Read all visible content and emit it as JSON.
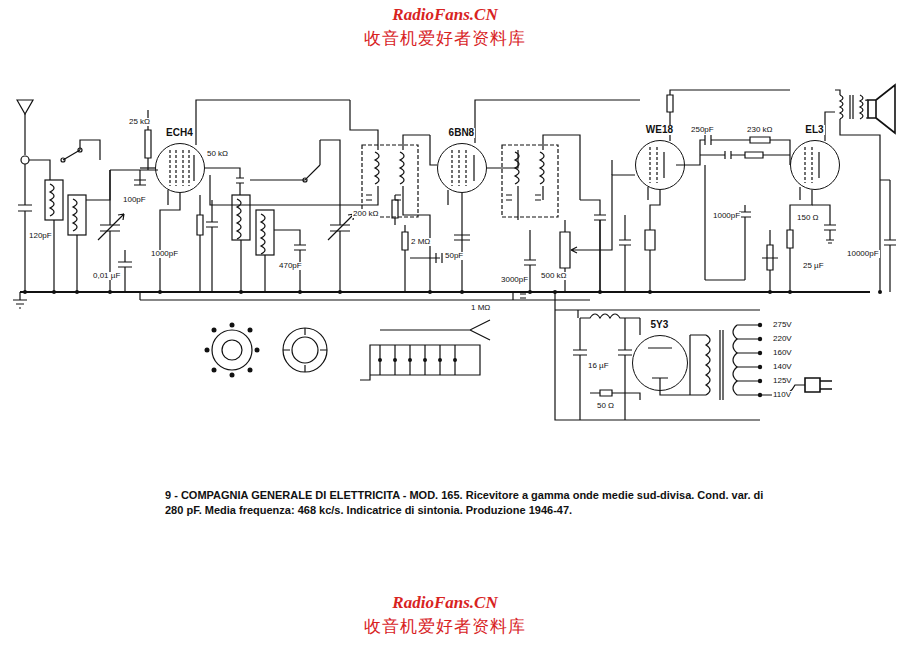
{
  "diagram": {
    "caption": "9 - COMPAGNIA GENERALE DI ELETTRICITA - MOD. 165. Ricevitore a gamma onde medie sud-divisa. Cond. var. di 280 pF. Media frequenza: 468 kc/s. Indicatrice di sintonia. Produzione 1946-47.",
    "nodes": [
      {
        "text": [
          "ECH4"
        ]
      },
      {
        "text": [
          "6BN8"
        ]
      },
      {
        "text": [
          "WE18"
        ]
      },
      {
        "text": [
          "EL3"
        ]
      },
      {
        "text": [
          "5Y3"
        ]
      }
    ],
    "labels": [
      "RadioFans.CN",
      "收音机爱好者资料库",
      "RadioFans.CN",
      "收音机爱好者资料库",
      "120pF",
      "0,01 µF",
      "100pF",
      "1000pF",
      "25 kΩ",
      "50 kΩ",
      "470pF",
      "50pF",
      "2 MΩ",
      "200 kΩ",
      "3000pF",
      "1 MΩ",
      "500 kΩ",
      "250pF",
      "230 kΩ",
      "10000pF",
      "25 µF",
      "16 µF",
      "50 Ω",
      "275V",
      "220V",
      "160V",
      "140V",
      "125V",
      "110V",
      "150 Ω",
      "1000pF"
    ]
  }
}
